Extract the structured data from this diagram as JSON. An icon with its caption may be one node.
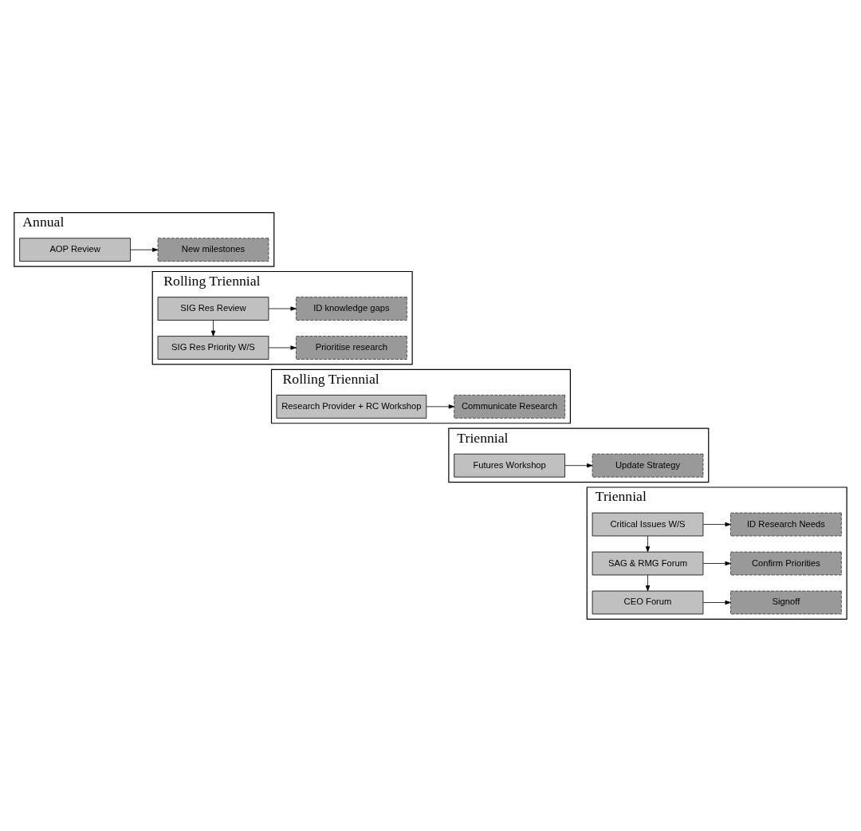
{
  "diagram": {
    "nodes": [
      {
        "text": [
          "Annual"
        ]
      },
      {
        "text": [
          "AOP Review"
        ],
        "in": 0
      },
      {
        "text": [
          "New milestones"
        ],
        "in": 0
      },
      {
        "text": [
          "Rolling Triennial"
        ]
      },
      {
        "text": [
          "SIG Res Review"
        ],
        "in": 3
      },
      {
        "text": [
          "ID knowledge gaps"
        ],
        "in": 3
      },
      {
        "text": [
          "SIG Res Priority W/S"
        ],
        "in": 3
      },
      {
        "text": [
          "Prioritise research"
        ],
        "in": 3
      },
      {
        "text": [
          "Rolling Triennial"
        ]
      },
      {
        "text": [
          "Research Provider + RC Workshop"
        ],
        "in": 8
      },
      {
        "text": [
          "Communicate Research"
        ],
        "in": 8
      },
      {
        "text": [
          "Triennial"
        ]
      },
      {
        "text": [
          "Futures Workshop"
        ],
        "in": 11
      },
      {
        "text": [
          "Update Strategy"
        ],
        "in": 11
      },
      {
        "text": [
          "Triennial"
        ]
      },
      {
        "text": [
          "Critical Issues W/S"
        ],
        "in": 14
      },
      {
        "text": [
          "ID Research Needs"
        ],
        "in": 14
      },
      {
        "text": [
          "SAG & RMG Forum"
        ],
        "in": 14
      },
      {
        "text": [
          "Confirm Priorities"
        ],
        "in": 14
      },
      {
        "text": [
          "CEO Forum"
        ],
        "in": 14
      },
      {
        "text": [
          "Signoff"
        ],
        "in": 14
      }
    ],
    "edges": [
      {
        "from": 1,
        "to": 2,
        "arrow": "to"
      },
      {
        "from": 4,
        "to": 5,
        "arrow": "to"
      },
      {
        "from": 4,
        "to": 6,
        "arrow": "to"
      },
      {
        "from": 6,
        "to": 7,
        "arrow": "to"
      },
      {
        "from": 9,
        "to": 10,
        "arrow": "to"
      },
      {
        "from": 12,
        "to": 13,
        "arrow": "to"
      },
      {
        "from": 15,
        "to": 16,
        "arrow": "to"
      },
      {
        "from": 15,
        "to": 17,
        "arrow": "to"
      },
      {
        "from": 17,
        "to": 18,
        "arrow": "to"
      },
      {
        "from": 17,
        "to": 19,
        "arrow": "to"
      },
      {
        "from": 19,
        "to": 20,
        "arrow": "to"
      }
    ]
  }
}
